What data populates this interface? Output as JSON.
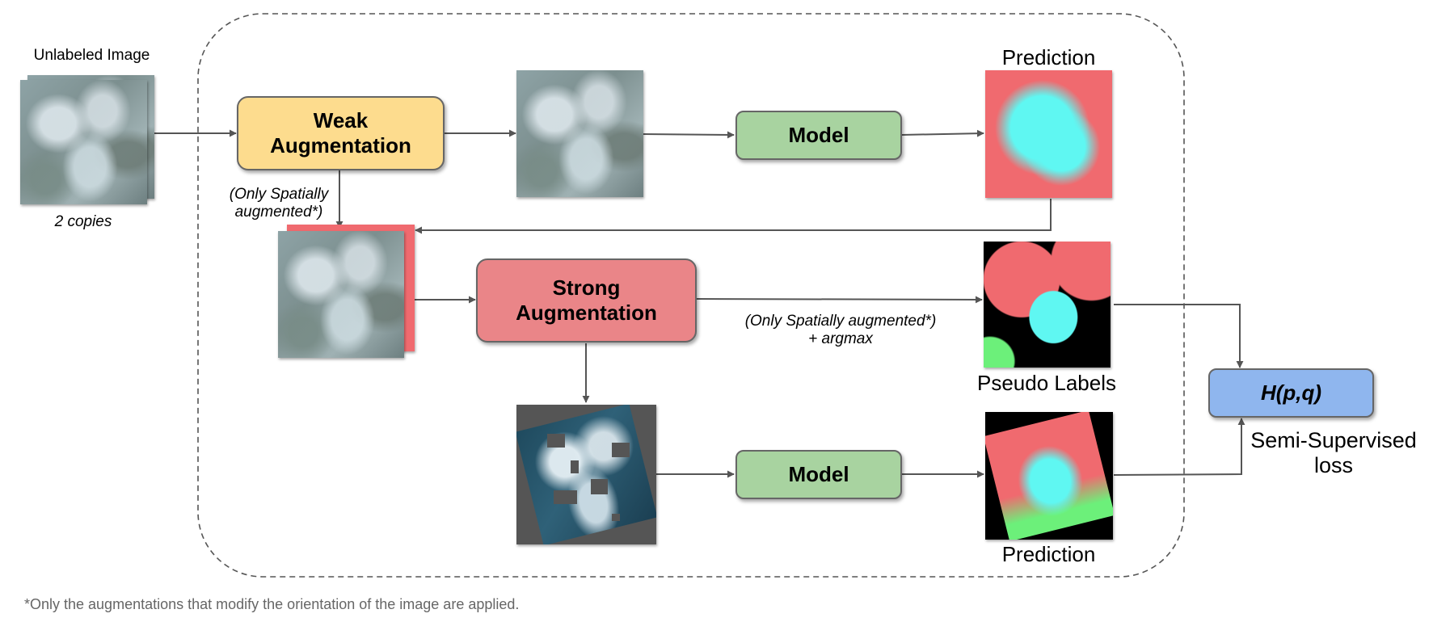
{
  "labels": {
    "unlabeled_image": "Unlabeled Image",
    "two_copies": "2 copies",
    "weak_note_line1": "(Only Spatially",
    "weak_note_line2": "augmented*)",
    "prediction_top": "Prediction",
    "prediction_bottom": "Prediction",
    "pseudo_labels": "Pseudo Labels",
    "spatial_note_line1": "(Only Spatially augmented*)",
    "spatial_note_line2": "+ argmax",
    "loss_line1": "Semi-Supervised",
    "loss_line2": "loss",
    "footnote": "*Only the augmentations that modify the orientation of the image are applied."
  },
  "boxes": {
    "weak_line1": "Weak",
    "weak_line2": "Augmentation",
    "strong_line1": "Strong",
    "strong_line2": "Augmentation",
    "model_top": "Model",
    "model_bottom": "Model",
    "loss": "H(p,q)"
  },
  "colors": {
    "weak": "#fddc8e",
    "strong": "#ea8588",
    "model": "#a8d3a0",
    "loss": "#8fb6ee",
    "arrow": "#555555",
    "dashed_border": "#555555"
  }
}
